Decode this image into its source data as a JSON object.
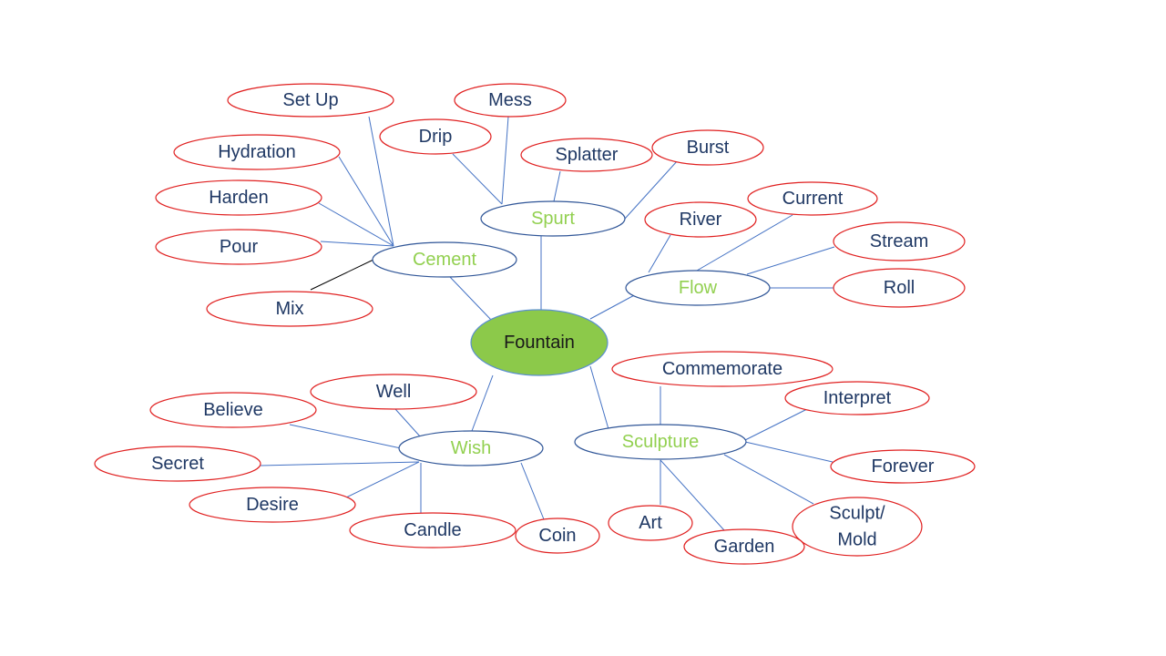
{
  "colors": {
    "center_fill": "#8cc94a",
    "center_stroke": "#5b8fd0",
    "center_text": "#1a1a1a",
    "branch_stroke": "#2f5597",
    "branch_text": "#92d050",
    "leaf_stroke": "#e02020",
    "leaf_text": "#1f3864",
    "line": "#4472c4",
    "line_dark": "#000000"
  },
  "center": {
    "label": "Fountain"
  },
  "branches": [
    {
      "id": "spurt",
      "label": "Spurt",
      "leaves": [
        {
          "id": "mess",
          "label": "Mess"
        },
        {
          "id": "drip",
          "label": "Drip"
        },
        {
          "id": "splatter",
          "label": "Splatter"
        },
        {
          "id": "burst",
          "label": "Burst"
        }
      ]
    },
    {
      "id": "cement",
      "label": "Cement",
      "leaves": [
        {
          "id": "set-up",
          "label": "Set Up"
        },
        {
          "id": "hydration",
          "label": "Hydration"
        },
        {
          "id": "harden",
          "label": "Harden"
        },
        {
          "id": "pour",
          "label": "Pour"
        },
        {
          "id": "mix",
          "label": "Mix"
        }
      ]
    },
    {
      "id": "flow",
      "label": "Flow",
      "leaves": [
        {
          "id": "river",
          "label": "River"
        },
        {
          "id": "current",
          "label": "Current"
        },
        {
          "id": "stream",
          "label": "Stream"
        },
        {
          "id": "roll",
          "label": "Roll"
        }
      ]
    },
    {
      "id": "wish",
      "label": "Wish",
      "leaves": [
        {
          "id": "well",
          "label": "Well"
        },
        {
          "id": "believe",
          "label": "Believe"
        },
        {
          "id": "secret",
          "label": "Secret"
        },
        {
          "id": "desire",
          "label": "Desire"
        },
        {
          "id": "candle",
          "label": "Candle"
        },
        {
          "id": "coin",
          "label": "Coin"
        }
      ]
    },
    {
      "id": "sculpture",
      "label": "Sculpture",
      "leaves": [
        {
          "id": "commemorate",
          "label": "Commemorate"
        },
        {
          "id": "interpret",
          "label": "Interpret"
        },
        {
          "id": "forever",
          "label": "Forever"
        },
        {
          "id": "sculpt-mold",
          "label": "Sculpt/\nMold"
        },
        {
          "id": "art",
          "label": "Art"
        },
        {
          "id": "garden",
          "label": "Garden"
        }
      ]
    }
  ]
}
